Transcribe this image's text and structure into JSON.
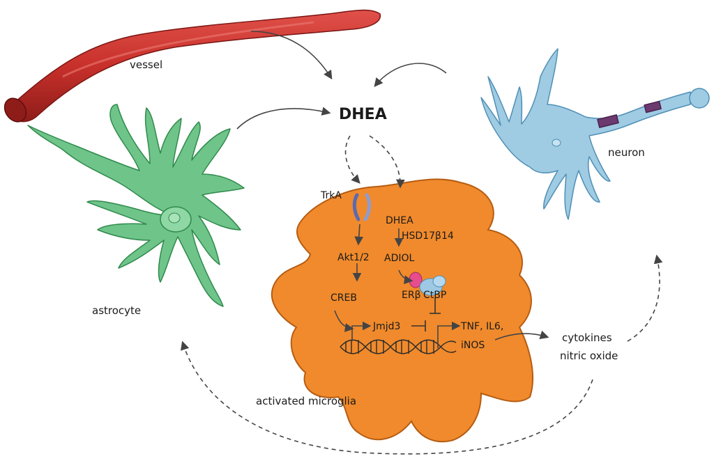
{
  "center": {
    "title": "DHEA"
  },
  "cells": {
    "vessel": "vessel",
    "astrocyte": "astrocyte",
    "neuron": "neuron",
    "microglia": "activated microglia"
  },
  "pathway": {
    "trka": "TrkA",
    "akt": "Akt1/2",
    "creb": "CREB",
    "jmjd3": "Jmjd3",
    "dhea_inner": "DHEA",
    "hsd": "HSD17β14",
    "adiol": "ADIOL",
    "erb": "ERβ",
    "ctbp": "CtBP",
    "tnf": "TNF, IL6,",
    "inos": "iNOS"
  },
  "outputs": {
    "cytokines": "cytokines",
    "no": "nitric oxide"
  },
  "colors": {
    "vessel": "#c8302b",
    "vessel_dark": "#8e1d1a",
    "astrocyte": "#6fc48a",
    "astrocyte_edge": "#2f8a4b",
    "neuron": "#9fcbe3",
    "neuron_edge": "#4f8fb5",
    "microglia": "#f08a2c",
    "microglia_edge": "#b65c12",
    "erb": "#e64c8e",
    "ctbp": "#9ec9e4",
    "receptor": "#8d9cd1"
  }
}
